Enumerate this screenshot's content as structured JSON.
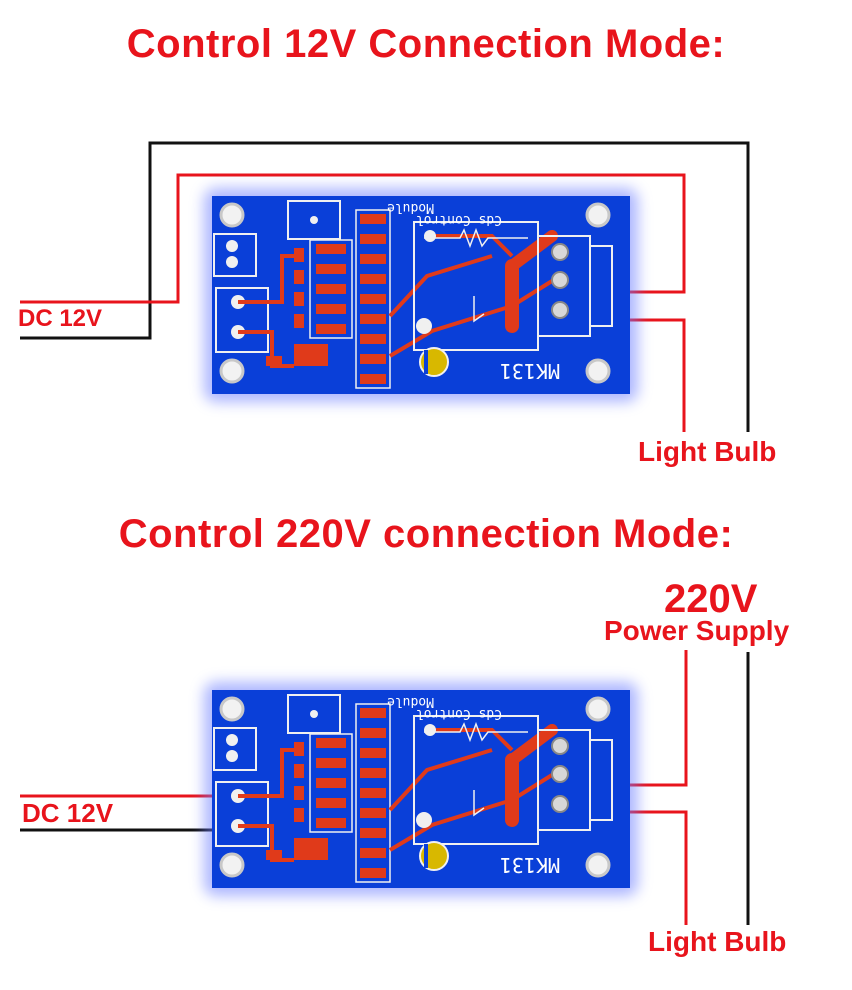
{
  "colors": {
    "accent": "#e8141c",
    "board": "#0a3fd8",
    "copper": "#e03a1a",
    "wire_black": "#111111"
  },
  "section1": {
    "title": "Control 12V Connection Mode:",
    "dc_label": "DC 12V",
    "bulb_label": "Light Bulb"
  },
  "section2": {
    "title": "Control 220V connection Mode:",
    "supply_voltage": "220V",
    "supply_label": "Power Supply",
    "dc_label": "DC 12V",
    "bulb_label": "Light Bulb"
  },
  "board": {
    "silk_top_line1": "Module",
    "silk_top_line2": "Cds Control",
    "silk_model": "MK131"
  }
}
